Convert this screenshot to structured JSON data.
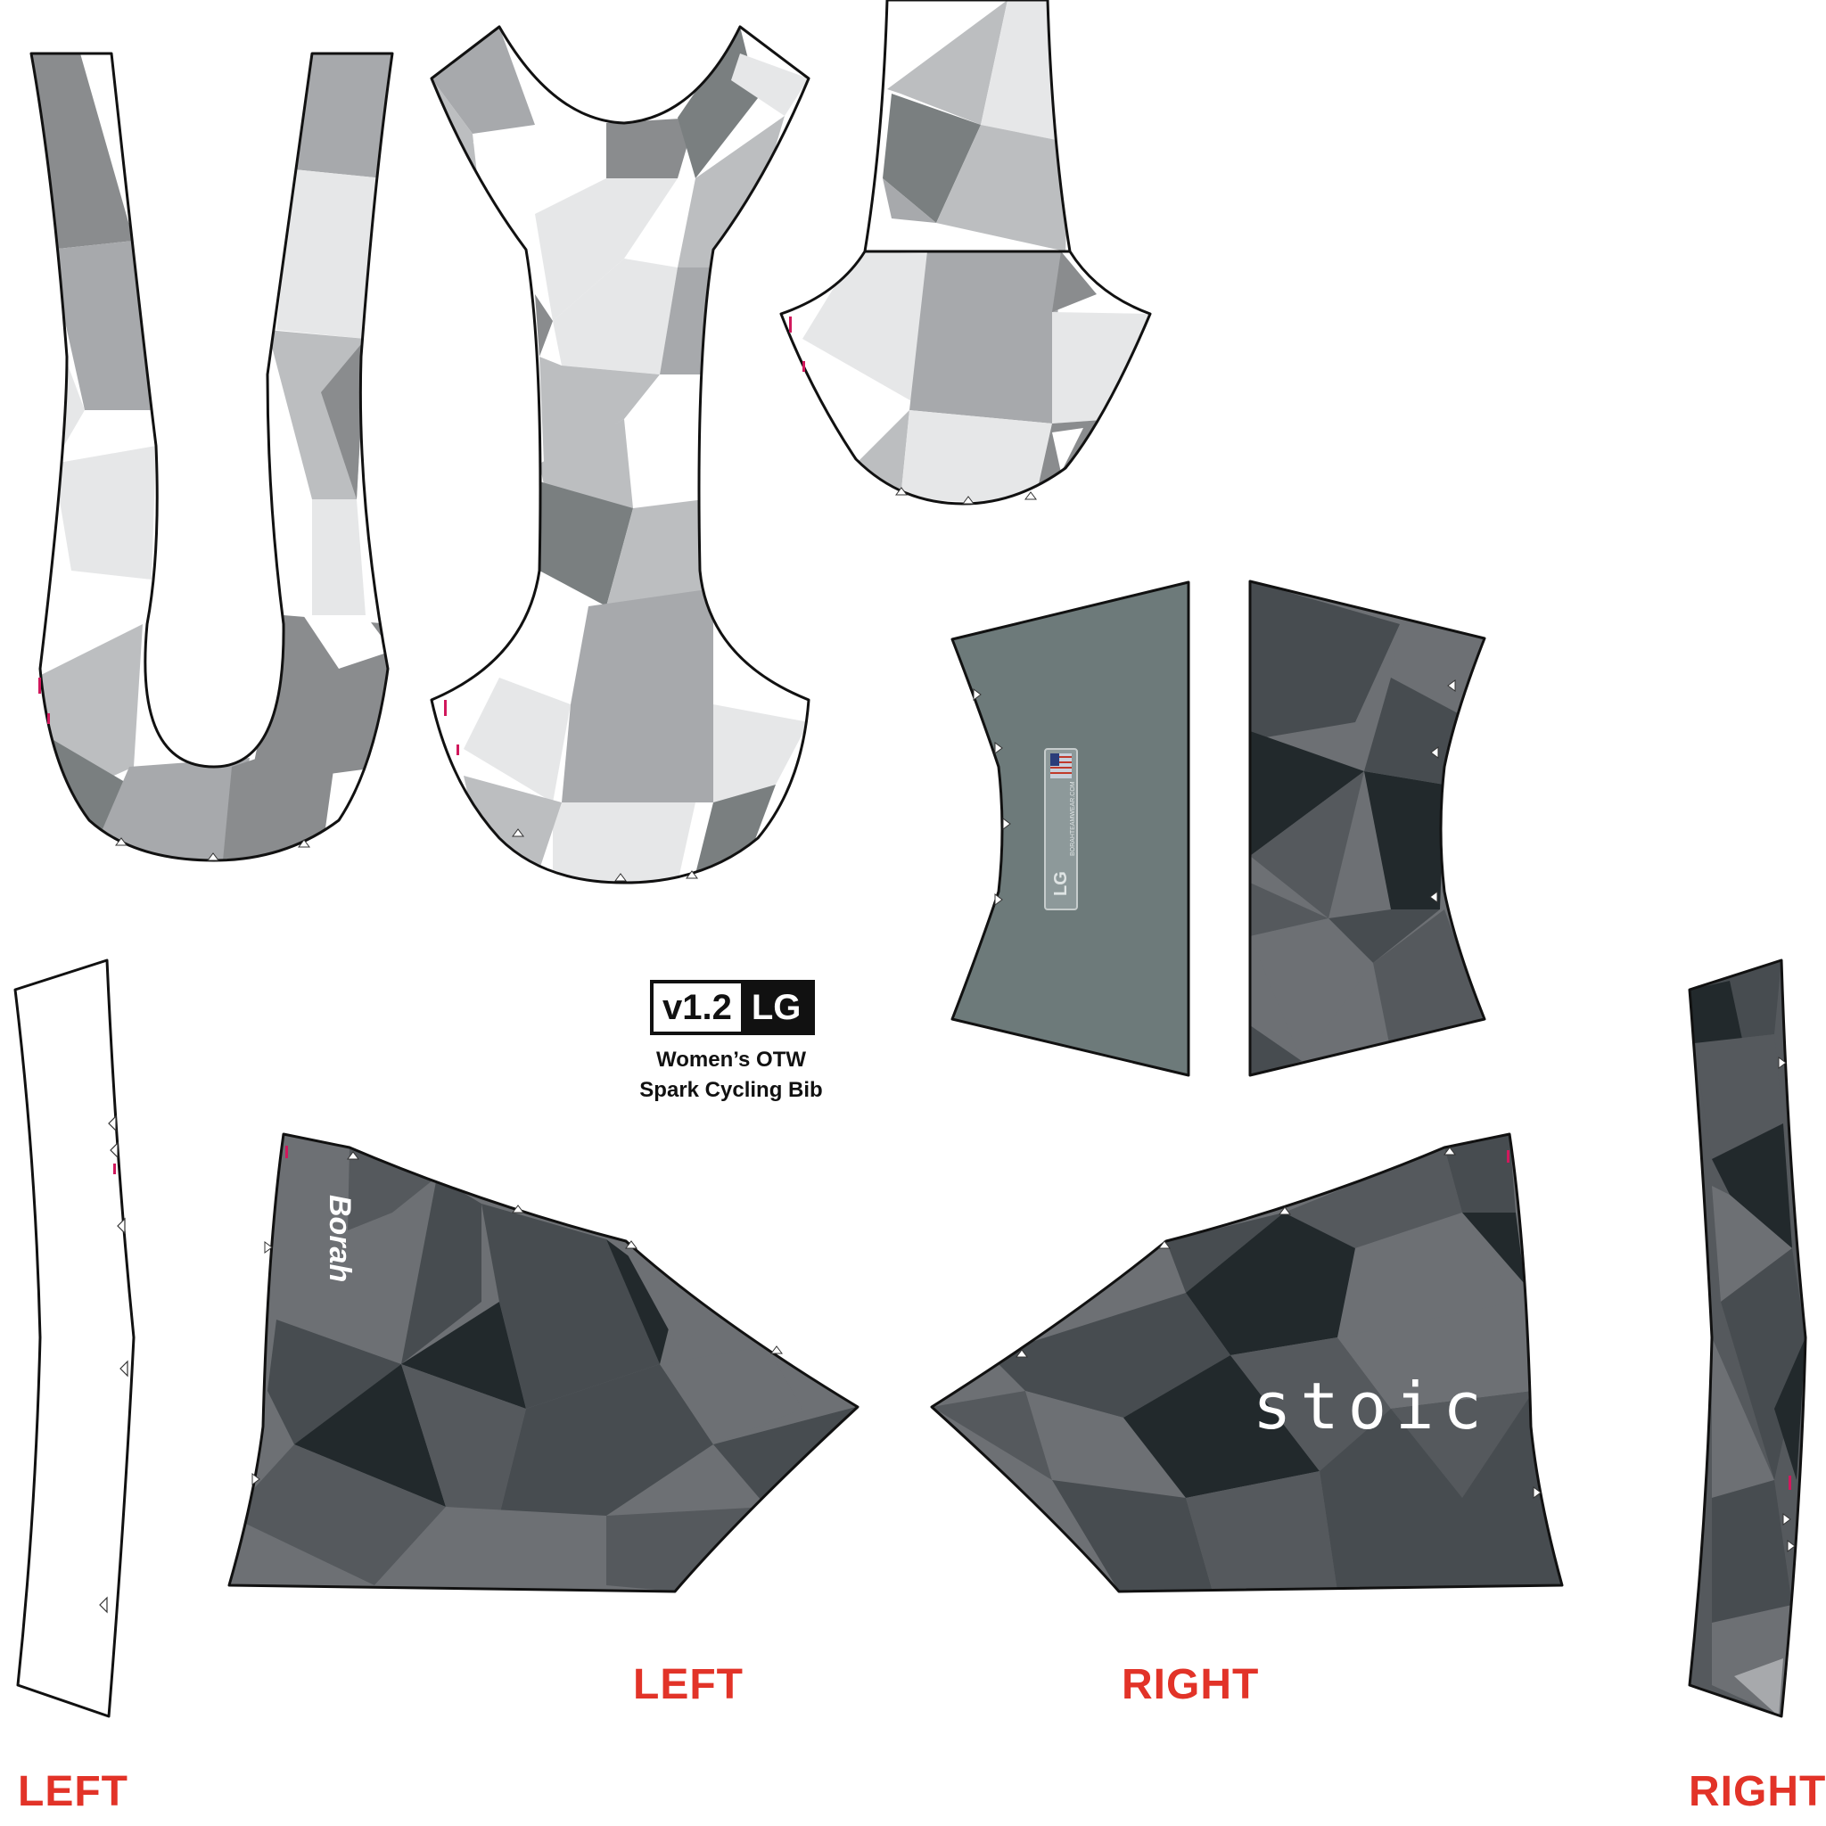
{
  "badge": {
    "version": "v1.2",
    "size": "LG"
  },
  "product": {
    "line1": "Women’s OTW",
    "line2": "Spark Cycling Bib"
  },
  "labels": {
    "left_lower_middle": "LEFT",
    "right_lower_middle": "RIGHT",
    "left_bottom_corner": "LEFT",
    "right_bottom_corner": "RIGHT"
  },
  "logos": {
    "left_panel": "Borah",
    "right_panel": "stoic"
  },
  "insert_tag": {
    "size": "LG",
    "site": "BORAHTEAMWEAR.COM"
  },
  "colors": {
    "label_red": "#e23328",
    "light_camo": [
      "#ffffff",
      "#e6e7e8",
      "#bcbec0",
      "#a7a9ac",
      "#8a8c8e",
      "#7a7f80"
    ],
    "dark_camo": [
      "#6d7074",
      "#55595d",
      "#474c50",
      "#22292c"
    ],
    "insert_gray": "#6d7a7a",
    "mark_pink": "#d1185c"
  }
}
